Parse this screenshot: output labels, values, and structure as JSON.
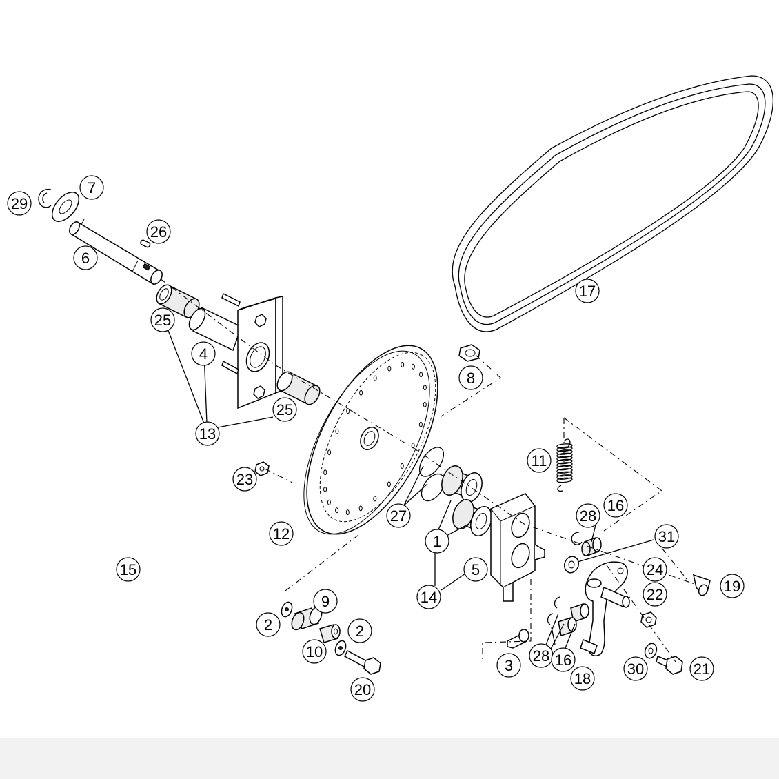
{
  "callouts": [
    {
      "id": "c29",
      "label": "29"
    },
    {
      "id": "c7",
      "label": "7"
    },
    {
      "id": "c26",
      "label": "26"
    },
    {
      "id": "c6",
      "label": "6"
    },
    {
      "id": "c25a",
      "label": "25"
    },
    {
      "id": "c4",
      "label": "4"
    },
    {
      "id": "c25b",
      "label": "25"
    },
    {
      "id": "c13",
      "label": "13"
    },
    {
      "id": "c8",
      "label": "8"
    },
    {
      "id": "c17",
      "label": "17"
    },
    {
      "id": "c11",
      "label": "11"
    },
    {
      "id": "c23",
      "label": "23"
    },
    {
      "id": "c27",
      "label": "27"
    },
    {
      "id": "c12",
      "label": "12"
    },
    {
      "id": "c28a",
      "label": "28"
    },
    {
      "id": "c16a",
      "label": "16"
    },
    {
      "id": "c31",
      "label": "31"
    },
    {
      "id": "c1",
      "label": "1"
    },
    {
      "id": "c5",
      "label": "5"
    },
    {
      "id": "c14",
      "label": "14"
    },
    {
      "id": "c24",
      "label": "24"
    },
    {
      "id": "c19",
      "label": "19"
    },
    {
      "id": "c22",
      "label": "22"
    },
    {
      "id": "c15",
      "label": "15"
    },
    {
      "id": "c2a",
      "label": "2"
    },
    {
      "id": "c9",
      "label": "9"
    },
    {
      "id": "c2b",
      "label": "2"
    },
    {
      "id": "c10",
      "label": "10"
    },
    {
      "id": "c20",
      "label": "20"
    },
    {
      "id": "c3",
      "label": "3"
    },
    {
      "id": "c28b",
      "label": "28"
    },
    {
      "id": "c16b",
      "label": "16"
    },
    {
      "id": "c18",
      "label": "18"
    },
    {
      "id": "c30",
      "label": "30"
    },
    {
      "id": "c21",
      "label": "21"
    }
  ]
}
